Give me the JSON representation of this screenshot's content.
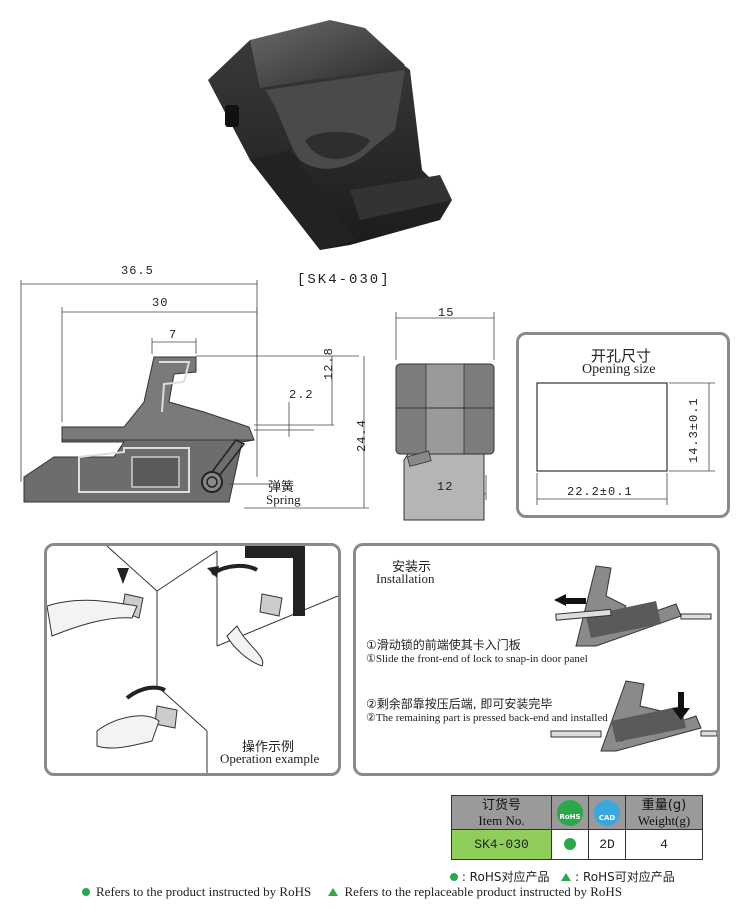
{
  "model_label": "[SK4-030]",
  "dimensions": {
    "overall_width": "36.5",
    "width_30": "30",
    "width_7": "7",
    "thickness": "2.2",
    "height_12_8": "12.8",
    "height_24_4": "24.4",
    "side_width": "15",
    "side_inner": "12"
  },
  "spring": {
    "cn": "弹簧",
    "en": "Spring"
  },
  "opening": {
    "title_cn": "开孔尺寸",
    "title_en": "Opening size",
    "width": "22.2±0.1",
    "height": "14.3±0.1"
  },
  "operation": {
    "cn": "操作示例",
    "en": "Operation example"
  },
  "installation": {
    "title_cn": "安装示",
    "title_en": "Installation",
    "step1_cn": "①滑动锁的前端使其卡入门板",
    "step1_en": "①Slide the front-end of lock to snap-in door panel",
    "step2_cn": "②剩余部靠按压后端, 即可安装完毕",
    "step2_en": "②The remaining part is pressed back-end and installed"
  },
  "table": {
    "item_cn": "订货号",
    "item_en": "Item No.",
    "rohs_badge": "RoHS",
    "cad_badge": "CAD",
    "weight_cn": "重量(g)",
    "weight_en": "Weight(g)",
    "item_no": "SK4-030",
    "cad_value": "2D",
    "weight_value": "4"
  },
  "legend": {
    "circle_cn": ": RoHS对应产品",
    "triangle_cn": ": RoHS可对应产品",
    "circle_en": "Refers to the product instructed by RoHS",
    "triangle_en": "Refers to the replaceable product instructed by RoHS"
  },
  "colors": {
    "rohs_green": "#2aa84a",
    "item_green": "#8fce5a",
    "cad_blue": "#39a7e0",
    "header_gray": "#9a9a9a"
  }
}
